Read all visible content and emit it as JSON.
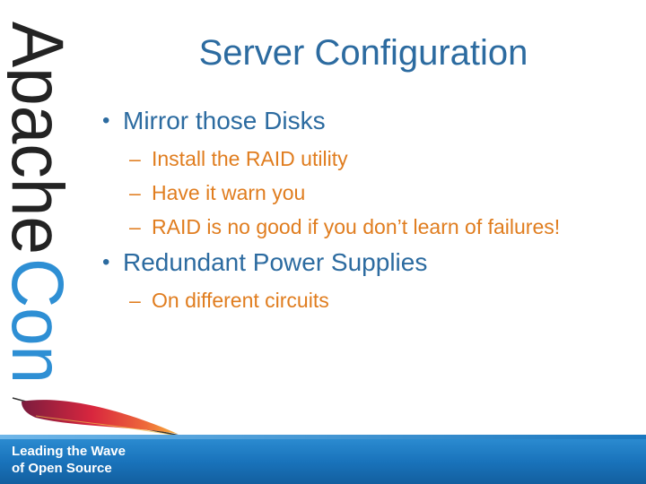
{
  "brand": {
    "name_part1": "Apache",
    "name_part2": "Con",
    "tagline_line1": "Leading the Wave",
    "tagline_line2": "of Open Source"
  },
  "slide": {
    "title": "Server Configuration",
    "bullets": [
      {
        "text": "Mirror those Disks",
        "subs": [
          "Install the RAID utility",
          "Have it warn you",
          "RAID is no good if you don’t learn of failures!"
        ]
      },
      {
        "text": "Redundant Power Supplies",
        "subs": [
          "On different circuits"
        ]
      }
    ]
  },
  "colors": {
    "title": "#2c6ba0",
    "sub": "#e07d1f",
    "brand_dark": "#232323",
    "brand_blue": "#2e8fd4",
    "footer": "#1973bb"
  }
}
